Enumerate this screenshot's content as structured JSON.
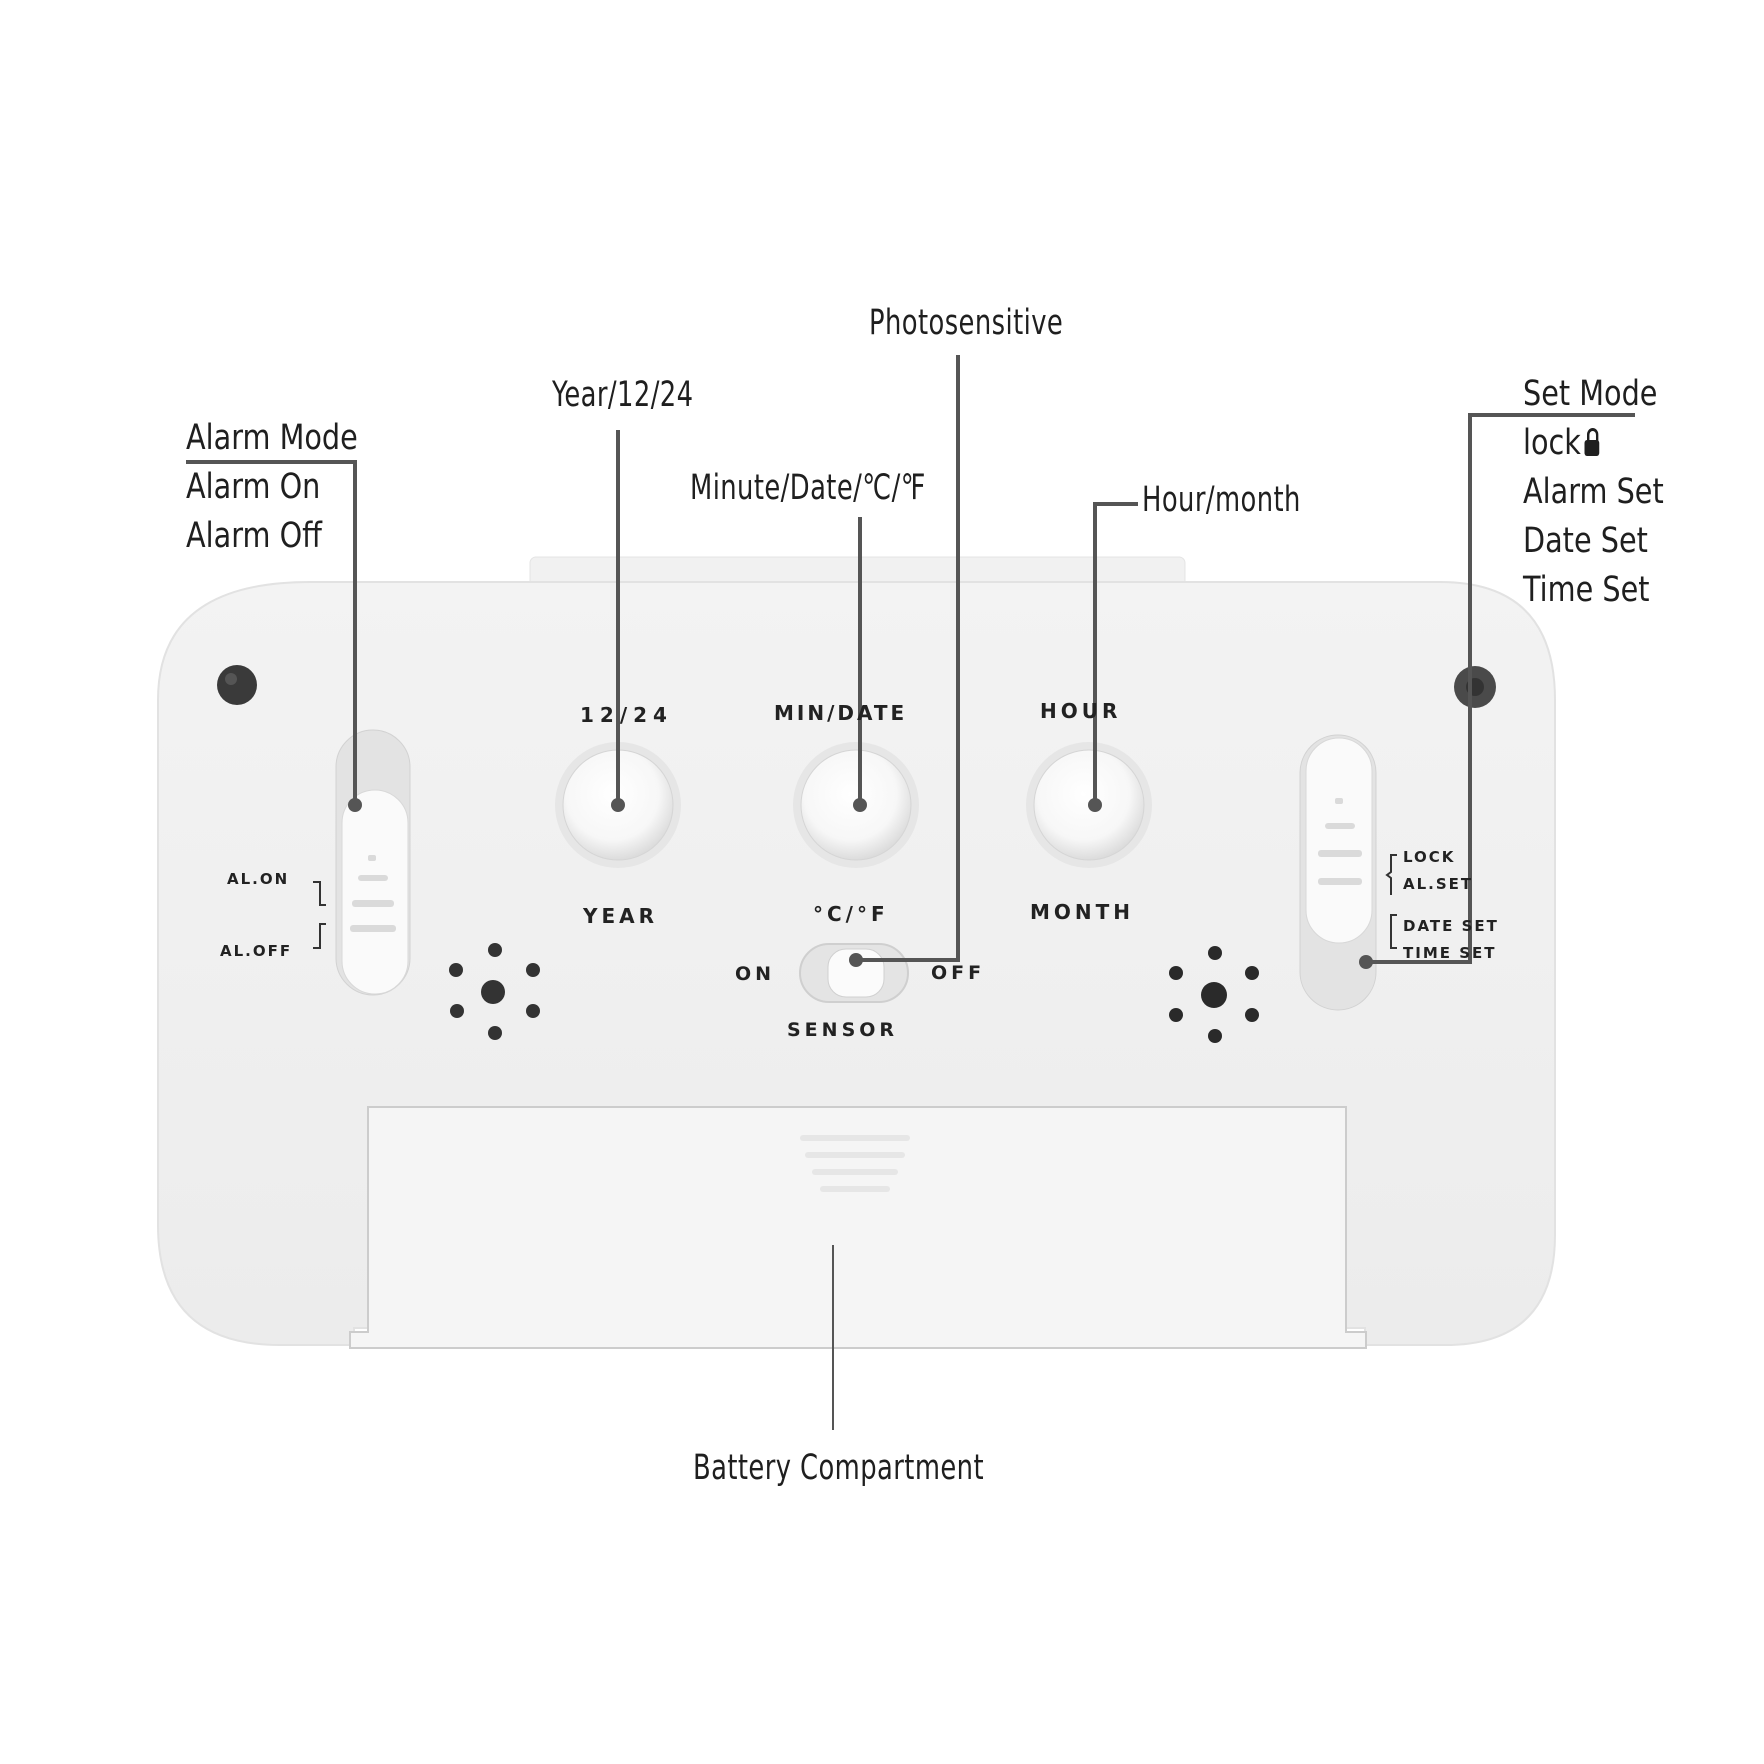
{
  "callouts": {
    "alarm_mode": [
      "Alarm Mode",
      "Alarm On",
      "Alarm Off"
    ],
    "year": "Year/12/24",
    "photosensitive": "Photosensitive",
    "minute_date": "Minute/Date/℃/℉",
    "hour_month": "Hour/month",
    "set_mode": [
      "Set Mode",
      "lock",
      "Alarm Set",
      "Date Set",
      "Time Set"
    ],
    "battery": "Battery Compartment"
  },
  "device": {
    "btn_12_24": "12/24",
    "btn_year": "YEAR",
    "btn_min_date": "MIN/DATE",
    "btn_celsius_f": "°C/°F",
    "btn_hour": "HOUR",
    "btn_month": "MONTH",
    "sensor_on": "ON",
    "sensor_off": "OFF",
    "sensor": "SENSOR",
    "al_on": "AL.ON",
    "al_off": "AL.OFF",
    "lock": "LOCK",
    "al_set": "AL.SET",
    "date_set": "DATE SET",
    "time_set": "TIME SET"
  },
  "icons": {
    "lock": "lock-icon"
  }
}
